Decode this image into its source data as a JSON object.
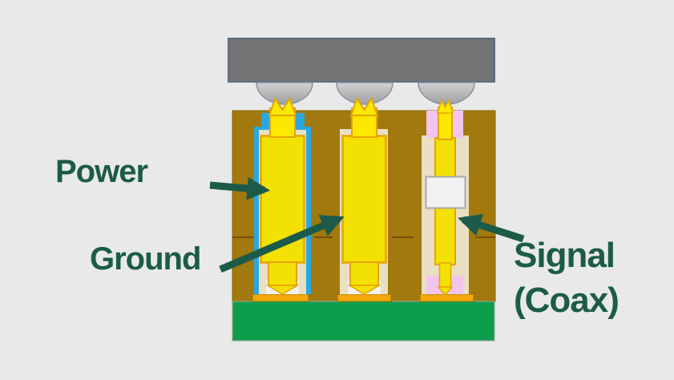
{
  "diagram": {
    "labels": {
      "power": "Power",
      "ground": "Ground",
      "signal_line1": "Signal",
      "signal_line2": "(Coax)"
    },
    "colors": {
      "background": "#e9e9e9",
      "label_teal": "#1c5b49",
      "component_gray": "#747474",
      "component_border": "#5c6e7e",
      "ball_gray_light": "#d3d3d3",
      "ball_gray_dark": "#9f9f9f",
      "ball_border": "#7e94a8",
      "substrate_brown": "#a1790e",
      "substrate_border": "#8b6600",
      "substrate_seam": "#7a4e06",
      "pin_yellow": "#f3e103",
      "pin_head_yellow": "#fce800",
      "pin_outline_orange": "#e5a404",
      "power_sleeve_cyan": "#29a8e0",
      "dielectric_cream": "#e9dfc2",
      "coax_pink": "#f2c5ee",
      "inner_white": "#f3f1ea",
      "white_box": "#f1f1f1",
      "white_box_border": "#a9a9a9",
      "pcb_green": "#0e9e4b",
      "pcb_border": "#96a096",
      "pad_orange": "#f2a80a",
      "pad_border": "#9c7300"
    }
  }
}
